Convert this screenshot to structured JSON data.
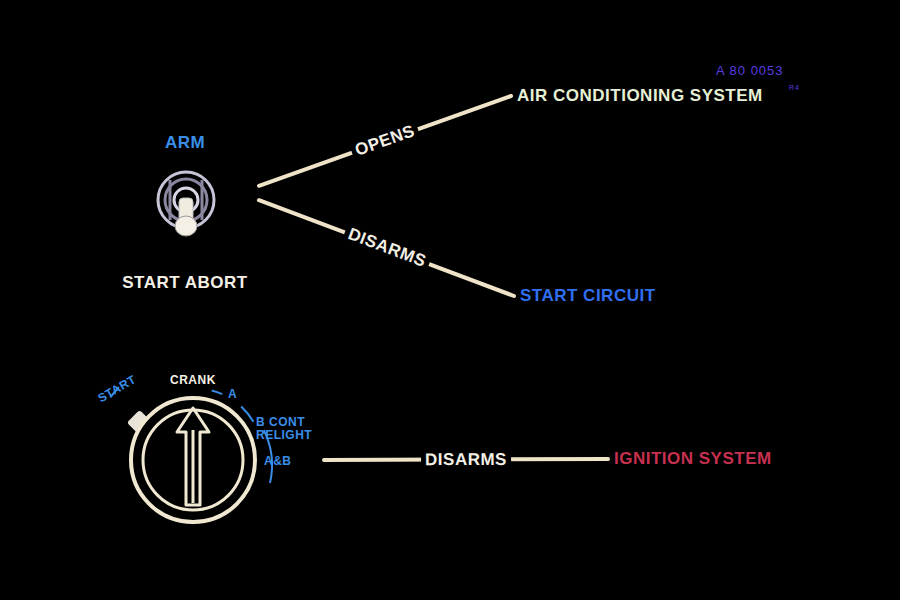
{
  "diagram": {
    "nodes": [
      {
        "text": [
          "ARM",
          "START ABORT"
        ]
      },
      {
        "text": [
          "AIR CONDITIONING SYSTEM"
        ]
      },
      {
        "text": [
          "START CIRCUIT"
        ]
      },
      {
        "text": [
          "START",
          "CRANK",
          "A",
          "B CONT RELIGHT",
          "A&B"
        ]
      },
      {
        "text": [
          "IGNITION SYSTEM"
        ]
      }
    ],
    "edges": [
      {
        "from": 0,
        "to": 1,
        "label": "OPENS",
        "arrow": "none"
      },
      {
        "from": 0,
        "to": 2,
        "label": "DISARMS",
        "arrow": "none"
      },
      {
        "from": 3,
        "to": 4,
        "label": "DISARMS",
        "arrow": "none"
      }
    ],
    "labels": [
      "A 80 0053",
      "R4"
    ]
  }
}
